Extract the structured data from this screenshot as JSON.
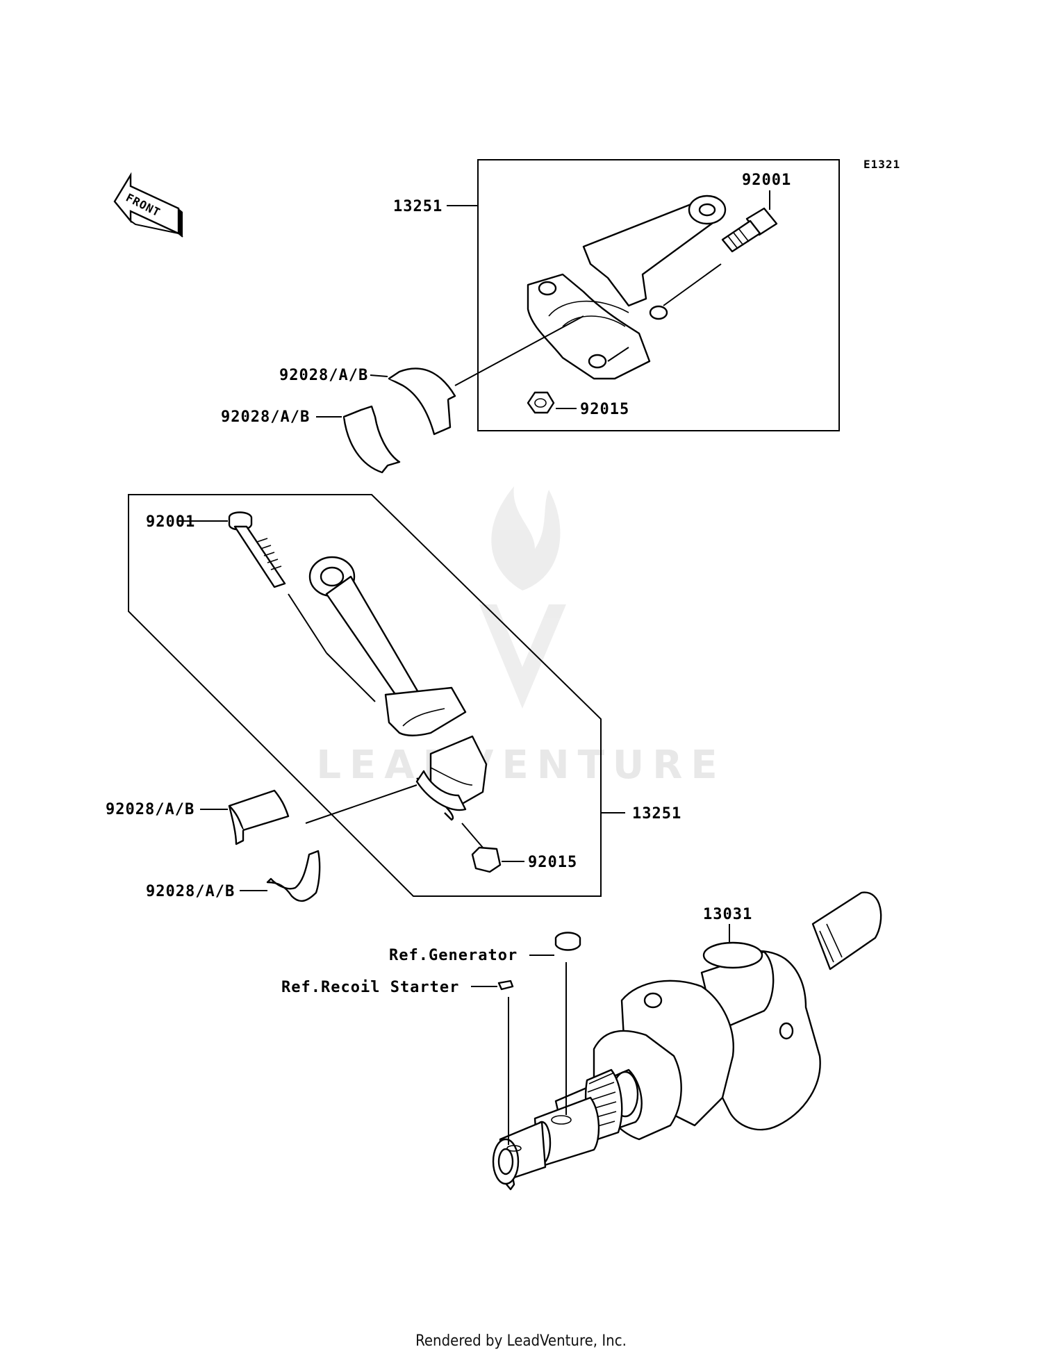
{
  "diagram": {
    "code": "E1321",
    "front_label": "FRONT",
    "watermark": "LEADVENTURE",
    "callouts": {
      "top_rod": "13251",
      "top_bolt": "92001",
      "top_bearing_upper": "92028/A/B",
      "top_bearing_lower": "92028/A/B",
      "top_nut": "92015",
      "mid_bolt": "92001",
      "mid_rod": "13251",
      "mid_bearing_upper": "92028/A/B",
      "mid_bearing_lower": "92028/A/B",
      "mid_nut": "92015",
      "crankshaft": "13031",
      "ref_generator": "Ref.Generator",
      "ref_recoil": "Ref.Recoil Starter"
    }
  },
  "footer": {
    "text": "Rendered by LeadVenture, Inc."
  }
}
